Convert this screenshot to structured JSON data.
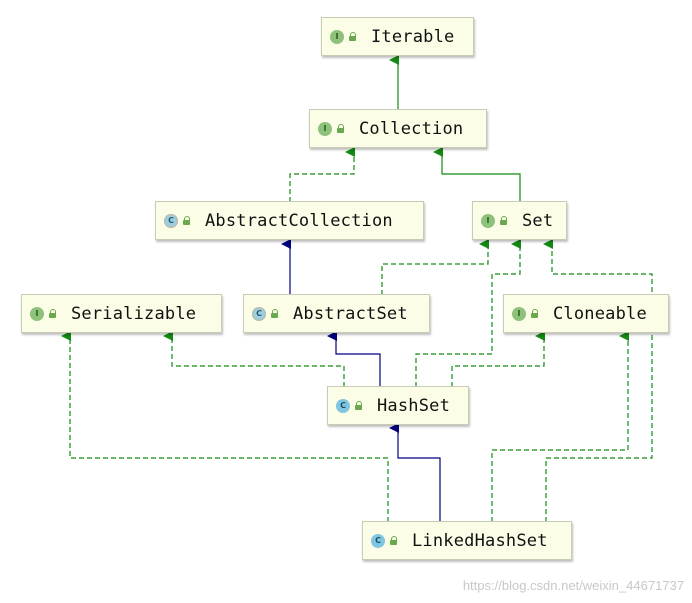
{
  "nodes": {
    "iterable": {
      "kind": "interface",
      "badge": "I",
      "name": "Iterable"
    },
    "collection": {
      "kind": "interface",
      "badge": "I",
      "name": "Collection"
    },
    "abstractcollection": {
      "kind": "abstract",
      "badge": "C",
      "name": "AbstractCollection"
    },
    "set": {
      "kind": "interface",
      "badge": "I",
      "name": "Set"
    },
    "serializable": {
      "kind": "interface",
      "badge": "I",
      "name": "Serializable"
    },
    "abstractset": {
      "kind": "abstract",
      "badge": "C",
      "name": "AbstractSet"
    },
    "cloneable": {
      "kind": "interface",
      "badge": "I",
      "name": "Cloneable"
    },
    "hashset": {
      "kind": "class",
      "badge": "C",
      "name": "HashSet"
    },
    "linkedhashset": {
      "kind": "class",
      "badge": "C",
      "name": "LinkedHashSet"
    }
  },
  "watermark": "https://blog.csdn.net/weixin_44671737",
  "colors": {
    "extends_edge": "#000080",
    "implements_edge": "#138a13",
    "node_fill": "#fcfde6",
    "interface_badge": "#8ec27a",
    "class_badge": "#7fc6e2"
  }
}
